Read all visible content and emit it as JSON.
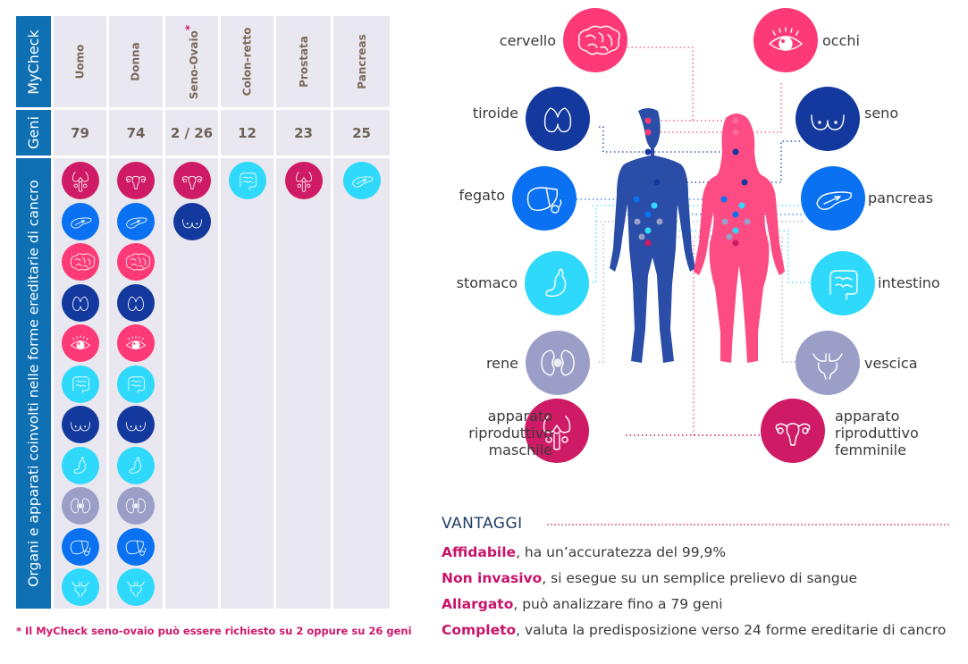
{
  "table": {
    "row_headers": {
      "mycheck": "MyCheck",
      "geni": "Geni",
      "organs": "Organi e apparati coinvolti nelle forme ereditarie di cancro"
    },
    "columns": [
      {
        "name": "Uomo",
        "genes": "79",
        "organs": [
          "repro-male",
          "pancreas",
          "brain",
          "thyroid",
          "eye",
          "intestine",
          "breast",
          "stomach",
          "kidney",
          "liver",
          "bladder"
        ]
      },
      {
        "name": "Donna",
        "genes": "74",
        "organs": [
          "repro-female",
          "pancreas",
          "brain",
          "thyroid",
          "eye",
          "intestine",
          "breast",
          "stomach",
          "kidney",
          "liver",
          "bladder"
        ]
      },
      {
        "name": "Seno-Ovaio",
        "asterisk": "*",
        "genes": "2 / 26",
        "organs": [
          "repro-female",
          "breast"
        ]
      },
      {
        "name": "Colon-retto",
        "genes": "12",
        "organs": [
          "intestine"
        ]
      },
      {
        "name": "Prostata",
        "genes": "23",
        "organs": [
          "repro-male"
        ]
      },
      {
        "name": "Pancreas",
        "genes": "25",
        "organs": [
          "pancreas-light"
        ]
      }
    ],
    "footnote": "* Il MyCheck seno-ovaio può essere richiesto su 2 oppure su 26 geni"
  },
  "colors": {
    "brand_blue": "#0e6fb3",
    "magenta": "#cf1b65",
    "pink": "#fd3a77",
    "navy": "#13399e",
    "blue": "#0a72f2",
    "cyan": "#2fd9fc",
    "lavender": "#9b9fc8",
    "male_body": "#2a4da8",
    "female_body": "#fd4b84"
  },
  "organs": {
    "brain": {
      "label": "cervello",
      "color": "#fd3a77",
      "icon": "brain-icon"
    },
    "eye": {
      "label": "occhi",
      "color": "#fd3a77",
      "icon": "eye-icon"
    },
    "thyroid": {
      "label": "tiroide",
      "color": "#13399e",
      "icon": "thyroid-icon"
    },
    "breast": {
      "label": "seno",
      "color": "#13399e",
      "icon": "breast-icon"
    },
    "liver": {
      "label": "fegato",
      "color": "#0a72f2",
      "icon": "liver-icon"
    },
    "pancreas": {
      "label": "pancreas",
      "color": "#0a72f2",
      "icon": "pancreas-icon"
    },
    "stomach": {
      "label": "stomaco",
      "color": "#2fd9fc",
      "icon": "stomach-icon"
    },
    "intestine": {
      "label": "intestino",
      "color": "#2fd9fc",
      "icon": "intestine-icon"
    },
    "kidney": {
      "label": "rene",
      "color": "#9b9fc8",
      "icon": "kidney-icon"
    },
    "bladder": {
      "label": "vescica",
      "color": "#9b9fc8",
      "icon": "bladder-icon"
    },
    "repro-male": {
      "label": "apparato riproduttivo maschile",
      "lines": [
        "apparato",
        "riproduttivo",
        "maschile"
      ],
      "color": "#cf1b65",
      "icon": "male-reproductive-icon"
    },
    "repro-female": {
      "label": "apparato riproduttivo femminile",
      "lines": [
        "apparato",
        "riproduttivo",
        "femminile"
      ],
      "color": "#cf1b65",
      "icon": "female-reproductive-icon"
    }
  },
  "vantaggi": {
    "title": "VANTAGGI",
    "items": [
      {
        "bold": "Affidabile",
        "text": ", ha un’accuratezza del 99,9%"
      },
      {
        "bold": "Non invasivo",
        "text": ", si esegue su un semplice prelievo di sangue"
      },
      {
        "bold": "Allargato",
        "text": ", può analizzare fino a 79 geni"
      },
      {
        "bold": "Completo",
        "text": ", valuta la predisposizione verso 24 forme ereditarie di cancro"
      }
    ]
  }
}
